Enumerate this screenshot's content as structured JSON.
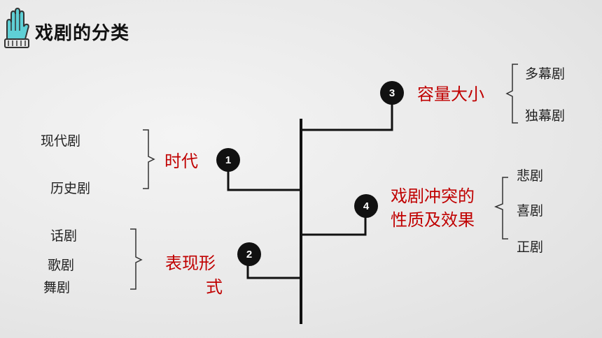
{
  "title": "戏剧的分类",
  "branches": [
    {
      "number": "1",
      "label": "时代",
      "items": [
        "现代剧",
        "历史剧"
      ]
    },
    {
      "number": "2",
      "label_line1": "表现形",
      "label_line2": "式",
      "items": [
        "话剧",
        "歌剧",
        "舞剧"
      ]
    },
    {
      "number": "3",
      "label": "容量大小",
      "items": [
        "多幕剧",
        "独幕剧"
      ]
    },
    {
      "number": "4",
      "label_line1": "戏剧冲突的",
      "label_line2": "性质及效果",
      "items": [
        "悲剧",
        "喜剧",
        "正剧"
      ]
    }
  ],
  "colors": {
    "accent": "#c00000",
    "line": "#111111",
    "glove": "#5fd0d6"
  },
  "icons": {
    "title_icon": "glove-hand-icon"
  }
}
